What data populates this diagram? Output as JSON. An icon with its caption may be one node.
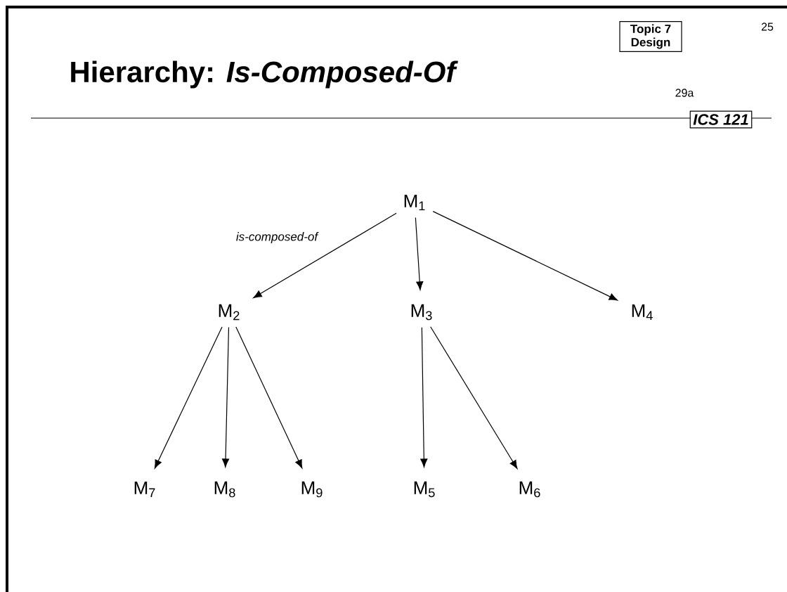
{
  "diagram": {
    "title": "Hierarchy: *Is-Composed-Of*",
    "nodes": [
      {
        "text": [
          "Topic 7 Design"
        ]
      },
      {
        "text": [
          "ICS 121"
        ]
      },
      {
        "text": [
          "M$_{1}$"
        ]
      },
      {
        "text": [
          "M$_{2}$"
        ]
      },
      {
        "text": [
          "M$_{3}$"
        ]
      },
      {
        "text": [
          "M$_{4}$"
        ]
      },
      {
        "text": [
          "M$_{7}$"
        ]
      },
      {
        "text": [
          "M$_{8}$"
        ]
      },
      {
        "text": [
          "M$_{9}$"
        ]
      },
      {
        "text": [
          "M$_{5}$"
        ]
      },
      {
        "text": [
          "M$_{6}$"
        ]
      }
    ],
    "edges": [
      {
        "from": 2,
        "to": 3,
        "arrow": "to",
        "label": "is-composed-of"
      },
      {
        "from": 2,
        "to": 4,
        "arrow": "to"
      },
      {
        "from": 2,
        "to": 5,
        "arrow": "to"
      },
      {
        "from": 3,
        "to": 6,
        "arrow": "to"
      },
      {
        "from": 3,
        "to": 7,
        "arrow": "to"
      },
      {
        "from": 3,
        "to": 8,
        "arrow": "to"
      },
      {
        "from": 4,
        "to": 9,
        "arrow": "to"
      },
      {
        "from": 4,
        "to": 10,
        "arrow": "to"
      }
    ],
    "labels": [
      "25",
      "29a"
    ]
  }
}
